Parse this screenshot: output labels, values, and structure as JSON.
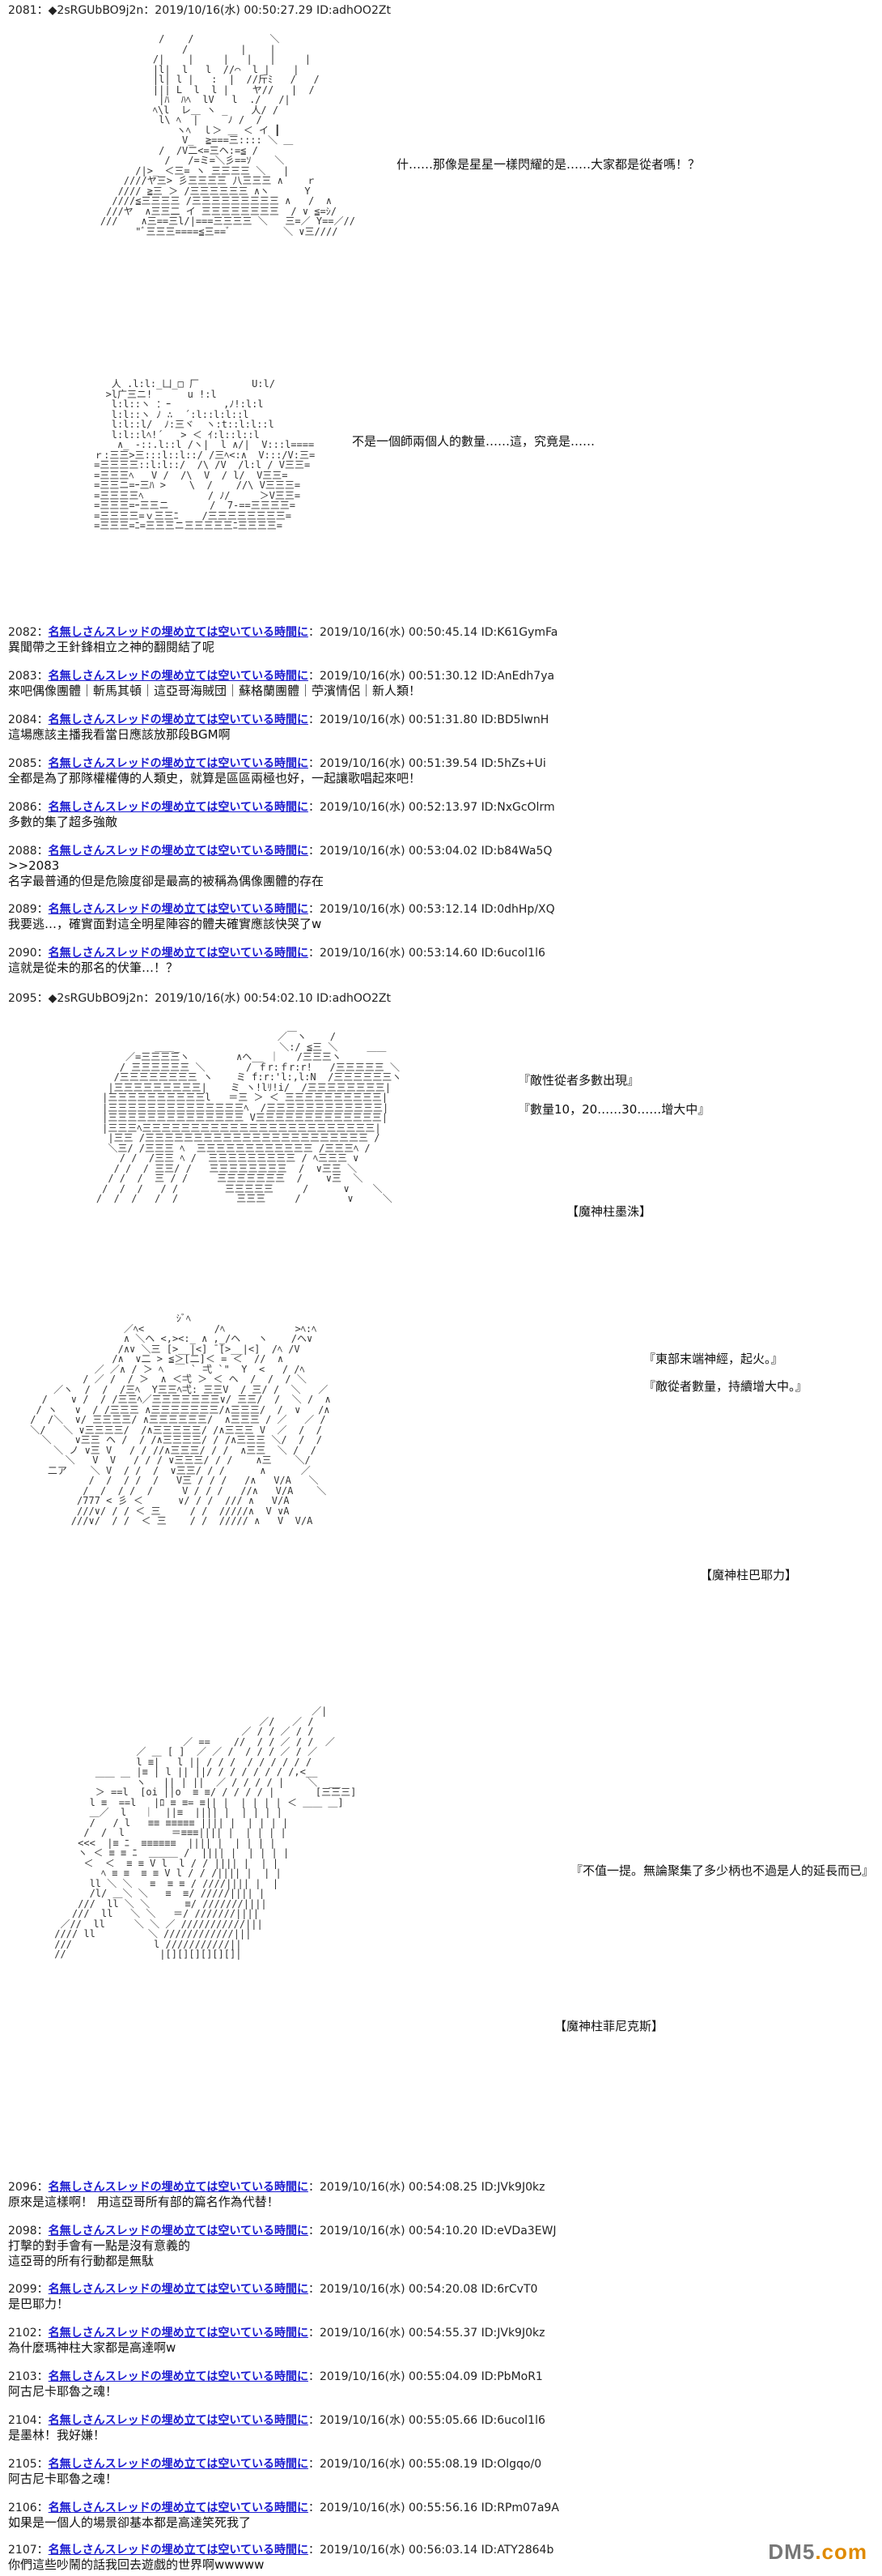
{
  "thread": {
    "name_label": "名無しさんスレッドの埋め立ては空いている時間に",
    "posts": [
      {
        "id": "p2081",
        "num": "2081：",
        "prefix": "◆2sRGUbBO9j2n",
        "meta": "：2019/10/16(水) 00:50:27.29 ID:adhOO2Zt",
        "body": ""
      },
      {
        "id": "p2082",
        "num": "2082：",
        "prefix": "",
        "meta": "：2019/10/16(水) 00:50:45.14 ID:K61GymFa",
        "body": "異聞帶之王針鋒相立之神的翻閱結了呢"
      },
      {
        "id": "p2083",
        "num": "2083：",
        "prefix": "",
        "meta": "：2019/10/16(水) 00:51:30.12 ID:AnEdh7ya",
        "body": "來吧偶像團體｜斬馬其頓｜這亞哥海賊団｜蘇格蘭團體｜苧濱情侶｜新人類！"
      },
      {
        "id": "p2084",
        "num": "2084：",
        "prefix": "",
        "meta": "：2019/10/16(水) 00:51:31.80 ID:BD5lwnH",
        "body": "這場應該主播我看當日應該放那段BGM啊"
      },
      {
        "id": "p2085",
        "num": "2085：",
        "prefix": "",
        "meta": "：2019/10/16(水) 00:51:39.54 ID:5hZs+Ui",
        "body": "全都是為了那隊權權傳的人類史，就算是區區兩極也好，一起讓歌唱起來吧！"
      },
      {
        "id": "p2086",
        "num": "2086：",
        "prefix": "",
        "meta": "：2019/10/16(水) 00:52:13.97 ID:NxGcOlrm",
        "body": "多數的集了超多強敵"
      },
      {
        "id": "p2088",
        "num": "2088：",
        "prefix": "",
        "meta": "：2019/10/16(水) 00:53:04.02 ID:b84Wa5Q",
        "body": ">>2083|名字最普通的但是危險度卻是最高的被稱為偶像團體的存在"
      },
      {
        "id": "p2089",
        "num": "2089：",
        "prefix": "",
        "meta": "：2019/10/16(水) 00:53:12.14 ID:0dhHp/XQ",
        "body": "我要逃…，確實面對這全明星陣容的體夫確實應該快哭了w"
      },
      {
        "id": "p2090",
        "num": "2090：",
        "prefix": "",
        "meta": "：2019/10/16(水) 00:53:14.60 ID:6ucol1l6",
        "body": "這就是從未的那名的伏筆…！？"
      },
      {
        "id": "p2095",
        "num": "2095：",
        "prefix": "◆2sRGUbBO9j2n",
        "meta": "：2019/10/16(水) 00:54:02.10 ID:adhOO2Zt",
        "body": ""
      },
      {
        "id": "p2096",
        "num": "2096：",
        "prefix": "",
        "meta": "：2019/10/16(水) 00:54:08.25 ID:JVk9J0kz",
        "body": "原來是這樣啊！ 用這亞哥所有部的篇名作為代替！"
      },
      {
        "id": "p2098",
        "num": "2098：",
        "prefix": "",
        "meta": "：2019/10/16(水) 00:54:10.20 ID:eVDa3EWJ",
        "body": "打擊的對手會有一點是沒有意義的|這亞哥的所有行動都是無駄"
      },
      {
        "id": "p2099",
        "num": "2099：",
        "prefix": "",
        "meta": "：2019/10/16(水) 00:54:20.08 ID:6rCvT0",
        "body": "是巴耶力！"
      },
      {
        "id": "p2102",
        "num": "2102：",
        "prefix": "",
        "meta": "：2019/10/16(水) 00:54:55.37 ID:JVk9J0kz",
        "body": "為什麼瑪神柱大家都是高達啊w"
      },
      {
        "id": "p2103",
        "num": "2103：",
        "prefix": "",
        "meta": "：2019/10/16(水) 00:55:04.09 ID:PbMoR1",
        "body": "阿古尼卡耶魯之魂！"
      },
      {
        "id": "p2104",
        "num": "2104：",
        "prefix": "",
        "meta": "：2019/10/16(水) 00:55:05.66 ID:6ucol1l6",
        "body": "是墨林！我好嫌！"
      },
      {
        "id": "p2105",
        "num": "2105：",
        "prefix": "",
        "meta": "：2019/10/16(水) 00:55:08.19 ID:Olgqo/0",
        "body": "阿古尼卡耶魯之魂！"
      },
      {
        "id": "p2106",
        "num": "2106：",
        "prefix": "",
        "meta": "：2019/10/16(水) 00:55:56.16 ID:RPm07a9A",
        "body": "如果是一個人的場景卻基本都是高達笑死我了"
      },
      {
        "id": "p2107",
        "num": "2107：",
        "prefix": "",
        "meta": "：2019/10/16(水) 00:56:03.14 ID:ATY2864b",
        "body": "你們這些吵鬧的話我回去遊戲的世界啊wwwww"
      }
    ]
  },
  "narration": {
    "n1": "什……那像是星星一樣閃耀的是……大家都是從者嗎！？",
    "n2": "不是一個師兩個人的數量……這，究竟是……",
    "n3a": "『敵性從者多數出現』",
    "n3b": "『數量10，20……30……增大中』",
    "n3c": "【魔神柱墨洙】",
    "n4a": "『東部末端神經，起火。』",
    "n4b": "『敵從者數量，持續增大中。』",
    "n4c": "【魔神柱巴耶力】",
    "n5a": "『不值一提。無論聚集了多少柄也不過是人的延長而已』",
    "n5b": "【魔神柱菲尼克斯】"
  },
  "watermark": {
    "brand": "DM5",
    "suffix": ".com"
  }
}
